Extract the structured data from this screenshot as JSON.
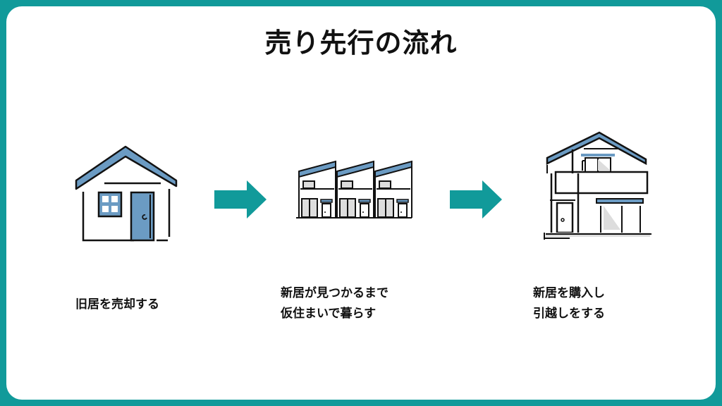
{
  "title": "売り先行の流れ",
  "colors": {
    "frame": "#119a9a",
    "arrow": "#119a9a",
    "roof": "#6b9bc3",
    "outline": "#111111",
    "window_fill": "#dddddd"
  },
  "steps": [
    {
      "icon": "house-icon",
      "lines": [
        "旧居を売却する"
      ]
    },
    {
      "icon": "row-houses-icon",
      "lines": [
        "新居が見つかるまで",
        "仮住まいで暮らす"
      ]
    },
    {
      "icon": "two-story-house-icon",
      "lines": [
        "新居を購入し",
        "引越しをする"
      ]
    }
  ],
  "arrows": [
    "arrow-right-icon",
    "arrow-right-icon"
  ]
}
